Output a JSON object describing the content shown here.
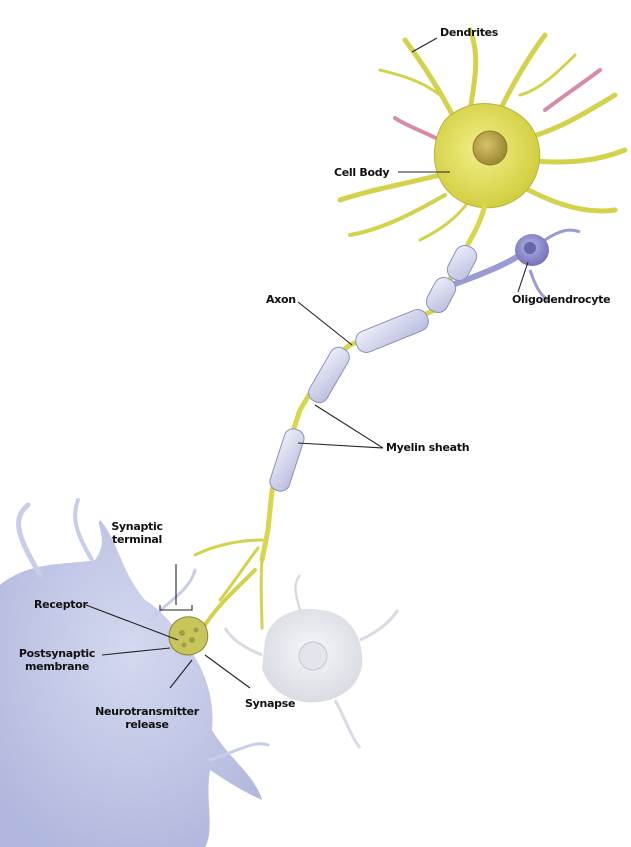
{
  "labels": {
    "dendrites": "Dendrites",
    "cell_body": "Cell Body",
    "oligodendrocyte": "Oligodendrocyte",
    "axon": "Axon",
    "myelin_sheath": "Myelin sheath",
    "synaptic_terminal_line1": "Synaptic",
    "synaptic_terminal_line2": "terminal",
    "receptor": "Receptor",
    "postsynaptic_line1": "Postsynaptic",
    "postsynaptic_line2": "membrane",
    "neurotransmitter_line1": "Neurotransmitter",
    "neurotransmitter_line2": "release",
    "synapse": "Synapse"
  },
  "colors": {
    "neuron_body": "#e2e05a",
    "neuron_outline": "#a9a82a",
    "nucleus": "#b9a44a",
    "myelin": "#d6d8ee",
    "myelin_outline": "#8d91b8",
    "oligodendrocyte": "#8f8fcf",
    "postsynaptic_cell": "#bfc5e6",
    "glial_cell": "#e6e9ef",
    "dendrite_pink": "#d98aa6",
    "label_text": "#111111"
  }
}
